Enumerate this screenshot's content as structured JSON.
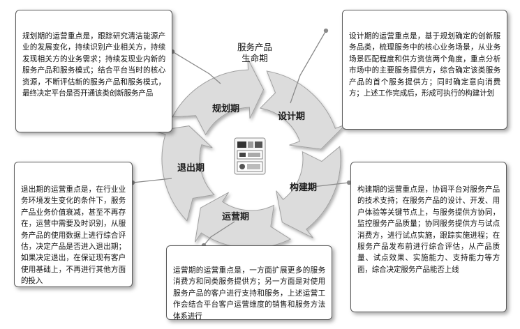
{
  "center": {
    "title_line1": "服务产品",
    "title_line2": "生命期"
  },
  "phases": {
    "planning": "规划期",
    "design": "设计期",
    "build": "构建期",
    "operation": "运营期",
    "exit": "退出期"
  },
  "descriptions": {
    "planning": "规划期的运营重点是，跟踪研究清洁能源产业的发展变化，持续识别产业相关方，持续发现相关方的业务需求；持续发现业内新的服务产品和服务模式；结合平台当时的核心资源，不断评估新的服务产品和服务模式，最终决定平台是否开通该类创新服务产品",
    "design": "设计期的运营重点是，基于规划确定的创新服务品类，梳理服务中的核心业务场景，从业务场景匹配程度和供方资信两个角度，重点分析市场中的主要服务提供方，综合确定该类服务产品的首个服务提供方；同时确定意向消费方；上述工作完成后，形成可执行的构建计划",
    "build": "构建期的运营重点是，协调平台对服务产品的技术支持；在服务产品的设计、开发、用户体验等关键节点上，与服务提供方协同，监控服务产品质量；协同服务提供方与试点消费方，进行试点实施，跟踪实施进程；在服务产品发布前进行综合评估，从产品质量、试点效果、实施能力、支持能力等方面，综合决定服务产品能否上线",
    "operation": "运营期的运营重点是，一方面扩展更多的服务消费方和同类服务提供方；另一方面是对使用服务产品的客户进行支持和服务，上述运营工作会结合平台客户运营维度的销售和服务方法体系进行",
    "exit": "退出期的运营重点是，在行业业务环境发生变化的条件下，服务产品业务价值衰减，甚至不再存在，运营中需要及时识别，从服务产品的使用数据上进行综合评估，决定产品是否进入退出期；如果决定退出，在保证现有客户使用基础上，不再进行其他方面的投入"
  },
  "icons": {
    "left_chevron": "«",
    "right_chevron": "»",
    "down_chevron": "⌄"
  },
  "colors": {
    "arrow_fill": "#dcdcdc",
    "arrow_edge": "#a0a0a0",
    "connector": "#8a8a8a"
  }
}
